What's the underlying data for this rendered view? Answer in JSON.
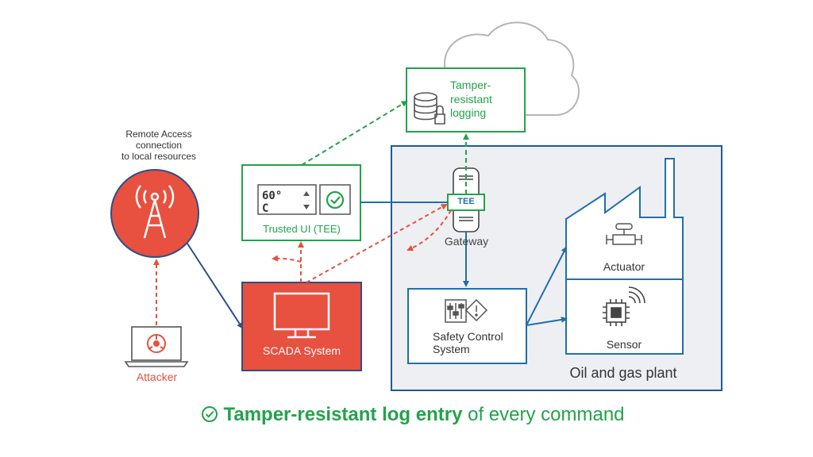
{
  "remote_access": {
    "label": "Remote Access\nconnection\nto local resources",
    "icon": "radio-tower-icon"
  },
  "tamper_logging": {
    "label": "Tamper-\nresistant\nlogging",
    "icon": "database-lock-icon"
  },
  "trusted_ui": {
    "label": "Trusted UI (TEE)",
    "temperature": "60° C",
    "icon": "check-circle-icon"
  },
  "gateway": {
    "tee_label": "TEE",
    "label": "Gateway"
  },
  "safety_control": {
    "label": "Safety Control\nSystem",
    "icon": "control-panel-icon"
  },
  "actuator": {
    "label": "Actuator",
    "icon": "valve-icon"
  },
  "sensor": {
    "label": "Sensor",
    "icon": "chip-icon"
  },
  "scada": {
    "label": "SCADA System",
    "icon": "monitor-icon"
  },
  "attacker": {
    "label": "Attacker",
    "icon": "biohazard-laptop-icon"
  },
  "plant": {
    "label": "Oil and gas plant"
  },
  "footer": {
    "bold": "Tamper-resistant log entry",
    "rest": " of every command"
  },
  "colors": {
    "green": "#22a34b",
    "blue": "#1f6fae",
    "red": "#e8503f",
    "plant_bg": "#eeeff2"
  }
}
